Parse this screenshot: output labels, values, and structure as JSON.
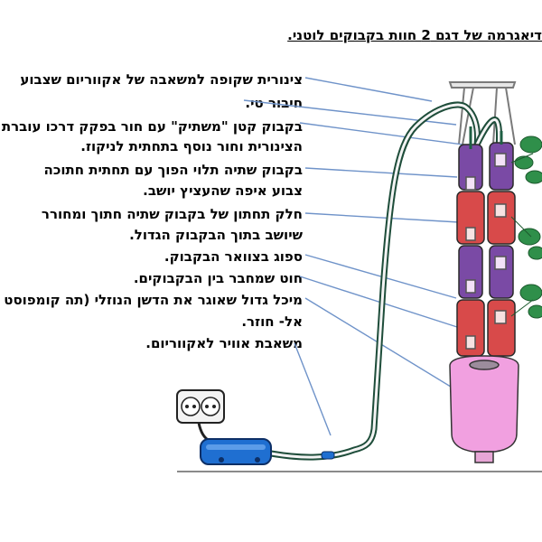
{
  "title": "דיאגרמה של דגם 2 חוות בקבוקים לוטני.",
  "labels": [
    "צינורית שקופה למשאבה של אקווריום שצבוע",
    "חיבור טי.",
    "בקבוק קטן  \"משתיק\" עם חור בפקק דרכו עוברת",
    "הצינורית וחור נוסף בתחתית לניקוז.",
    "בקבוק שתיה תלוי הפוך עם תחתית חתוכה",
    "צבוע איפה שהעציץ יושב.",
    "חלק תחתון של בקבוק שתיה חתוך ומחורר",
    "שיושב בתוך הבקבוק הגדול.",
    "ספוג בצוואר הבקבוק.",
    "חוט שמחבר בין הבקבוקים.",
    "מיכל גדול שאוגר את הדשן הנוזלי (תה קומפוסט",
    "אל- חוזר.",
    "משאבת אוויר לאקווריום."
  ]
}
